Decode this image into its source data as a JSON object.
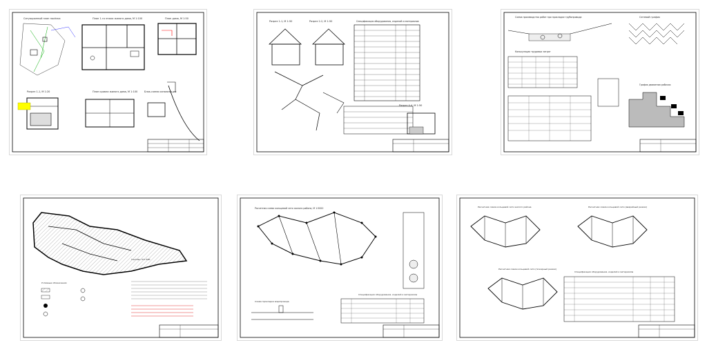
{
  "sheets": [
    {
      "id": "sheet-1",
      "titles": [
        "Ситуационный план посёлка",
        "План 1-го этажа жилого дома, М 1:100",
        "План дома, М 1:50",
        "Разрез 1-1, М 1:20",
        "План кровли жилого дома, М 1:100",
        "Блок-схема канализации"
      ]
    },
    {
      "id": "sheet-2",
      "titles": [
        "Разрез 1-1, М 1:50",
        "Разрез 2-2, М 1:50",
        "Спецификация оборудования, изделий и материалов",
        "Разрез 4-4, М 1:50"
      ]
    },
    {
      "id": "sheet-3",
      "titles": [
        "Схема производства работ при прокладке трубопровода",
        "Сетевой график",
        "Калькуляция трудовых затрат",
        "График движения рабочих"
      ]
    },
    {
      "id": "sheet-4",
      "titles": [
        "Генплан, М 1:500",
        "Условные обозначения"
      ]
    },
    {
      "id": "sheet-5",
      "titles": [
        "Расчетная схема кольцевой сети жилого района, М 1:5000",
        "Спецификация оборудования, изделий и материалов",
        "Схема прокладки водопровода"
      ]
    },
    {
      "id": "sheet-6",
      "titles": [
        "Расчетная схема кольцевой сети жилого района",
        "Расчетная схема кольцевой сети (аварийный режим)",
        "Расчетная схема кольцевой сети (пожарный режим)",
        "Спецификация оборудования, изделий и материалов"
      ]
    }
  ]
}
